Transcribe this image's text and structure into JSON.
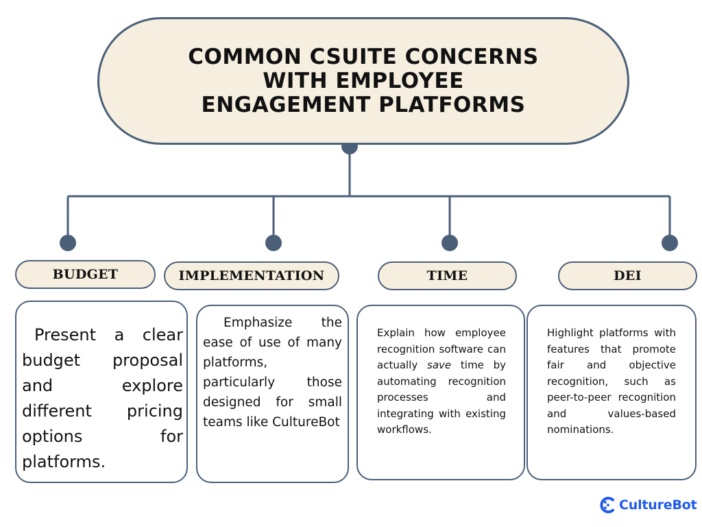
{
  "title": {
    "lines": [
      "Common CSuite Concerns",
      "With Employee",
      "Engagement Platforms"
    ]
  },
  "concerns": [
    {
      "label": "BUDGET",
      "text": "Present a clear budget proposal and explore different pricing options for platforms."
    },
    {
      "label": "IMPLEMENTATION",
      "text": "Emphasize the ease of use of many platforms, particularly those designed for small teams like CultureBot"
    },
    {
      "label": "TIME",
      "text_before": "Explain how employee recognition software can actually ",
      "text_emphasis": "save",
      "text_after": " time by automating recognition processes and integrating with existing workflows."
    },
    {
      "label": "DEI",
      "text": "Highlight platforms with features that promote fair and objective recognition, such as peer-to-peer recognition and values-based nominations."
    }
  ],
  "brand": {
    "name": "CultureBot",
    "logo_icon": "culturebot-logo-icon"
  },
  "colors": {
    "connector": "#4b5f79",
    "pill_fill": "#f6efe0",
    "brand": "#1f5bea"
  }
}
